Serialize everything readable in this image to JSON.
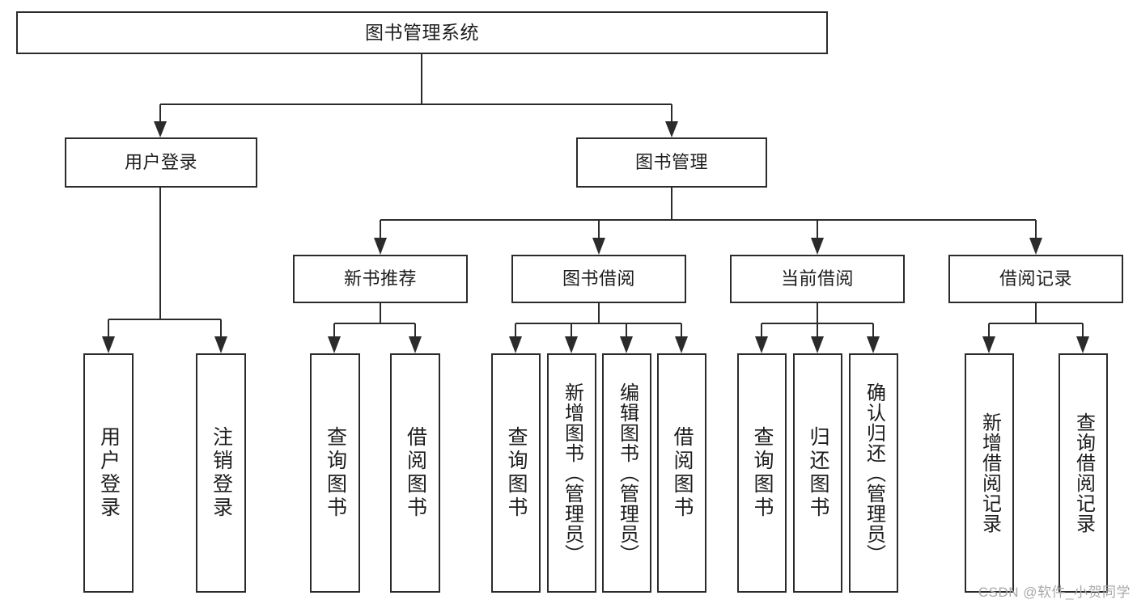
{
  "diagram": {
    "title": "图书管理系统",
    "type": "tree",
    "watermark": "CSDN @软件_小贺同学",
    "colors": {
      "stroke": "#2b2b2b",
      "box_fill": "#ffffff",
      "text": "#1d1d1d",
      "watermark": "#a9a9a9",
      "background": "#ffffff"
    },
    "nodes": {
      "root": {
        "label": "图书管理系统"
      },
      "level2": [
        {
          "label": "用户登录"
        },
        {
          "label": "图书管理"
        }
      ],
      "level3": [
        {
          "label": "新书推荐"
        },
        {
          "label": "图书借阅"
        },
        {
          "label": "当前借阅"
        },
        {
          "label": "借阅记录"
        }
      ],
      "leaves": {
        "user_login": [
          {
            "label": "用户登录"
          },
          {
            "label": "注销登录"
          }
        ],
        "new_book": [
          {
            "label": "查询图书"
          },
          {
            "label": "借阅图书"
          }
        ],
        "book_borrow": [
          {
            "label": "查询图书"
          },
          {
            "label": "新增图书（管理员）"
          },
          {
            "label": "编辑图书（管理员）"
          },
          {
            "label": "借阅图书"
          }
        ],
        "current_borrow": [
          {
            "label": "查询图书"
          },
          {
            "label": "归还图书"
          },
          {
            "label": "确认归还（管理员）"
          }
        ],
        "borrow_record": [
          {
            "label": "新增借阅记录"
          },
          {
            "label": "查询借阅记录"
          }
        ]
      }
    }
  }
}
